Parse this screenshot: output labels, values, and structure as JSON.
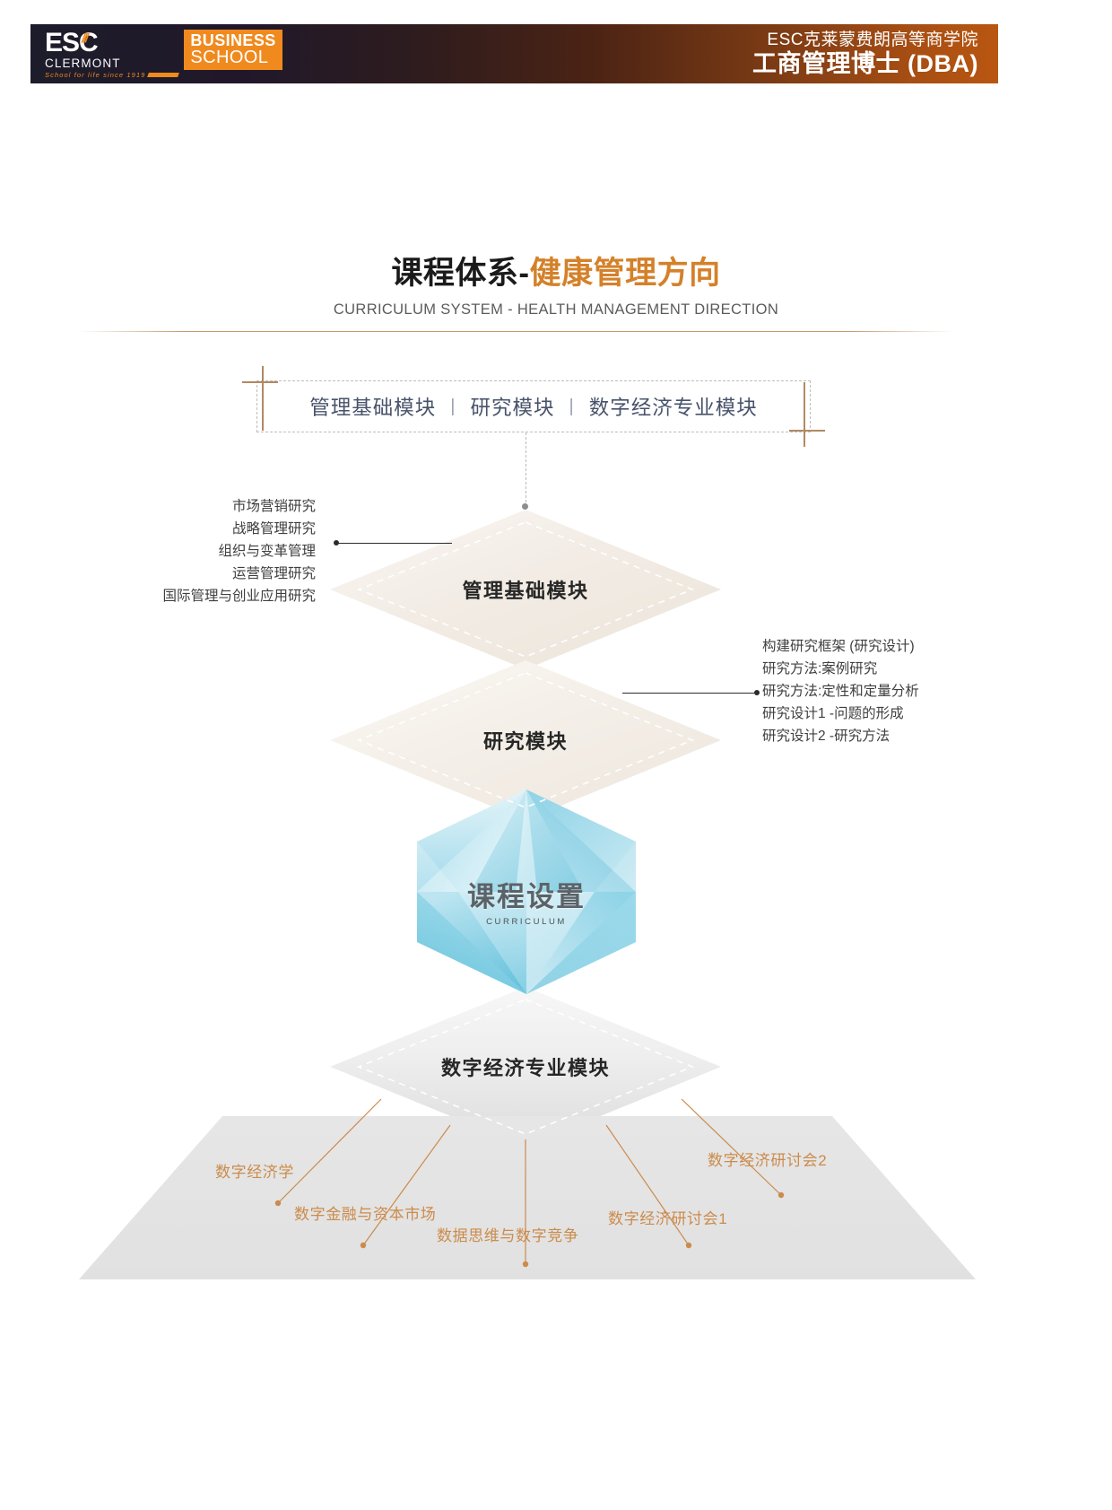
{
  "brand": {
    "logo_esc": "ESC",
    "logo_esc_mark": "///",
    "logo_clermont": "CLERMONT",
    "logo_tagline": "School for life since 1919",
    "logo_business": "BUSINESS",
    "logo_school": "SCHOOL",
    "program_school": "ESC克莱蒙费朗高等商学院",
    "program_degree": "工商管理博士 (DBA)",
    "accent_orange": "#f08a1e",
    "header_gradient_from": "#1d1c2b",
    "header_gradient_to": "#b95611"
  },
  "page": {
    "title_main": "课程体系-",
    "title_accent": "健康管理方向",
    "subtitle": "CURRICULUM SYSTEM - HEALTH MANAGEMENT DIRECTION",
    "rule_color": "#c49a6c"
  },
  "module_bar": {
    "items": [
      "管理基础模块",
      "研究模块",
      "数字经济专业模块"
    ],
    "separator": "|",
    "border_style": "dashed",
    "corner_color": "#b08a62",
    "text_color": "#48536b"
  },
  "center": {
    "label_cn": "课程设置",
    "label_en": "CURRICULUM",
    "shape": "hexagon-crystal",
    "color_primary": "#6fc6dd",
    "color_light": "#dff1f7"
  },
  "diamonds": [
    {
      "id": "d1",
      "label": "管理基础模块",
      "tone": "warm-cream"
    },
    {
      "id": "d2",
      "label": "研究模块",
      "tone": "warm-cream"
    },
    {
      "id": "d3",
      "label": "数字经济专业模块",
      "tone": "neutral-grey"
    }
  ],
  "left_list": {
    "anchor": "管理基础模块",
    "items": [
      "市场营销研究",
      "战略管理研究",
      "组织与变革管理",
      "运营管理研究",
      "国际管理与创业应用研究"
    ],
    "text_color": "#3f3f3f",
    "connector_color": "#2b2b2b"
  },
  "right_list": {
    "anchor": "研究模块",
    "items": [
      "构建研究框架 (研究设计)",
      "研究方法:案例研究",
      "研究方法:定性和定量分析",
      "研究设计1 -问题的形成",
      "研究设计2 -研究方法"
    ],
    "text_color": "#3f3f3f",
    "connector_color": "#2b2b2b"
  },
  "bottom_courses": {
    "anchor": "数字经济专业模块",
    "text_color": "#cb8b4b",
    "items": [
      {
        "label": "数字经济学"
      },
      {
        "label": "数字金融与资本市场"
      },
      {
        "label": "数据思维与数字竞争"
      },
      {
        "label": "数字经济研讨会1"
      },
      {
        "label": "数字经济研讨会2"
      }
    ]
  }
}
